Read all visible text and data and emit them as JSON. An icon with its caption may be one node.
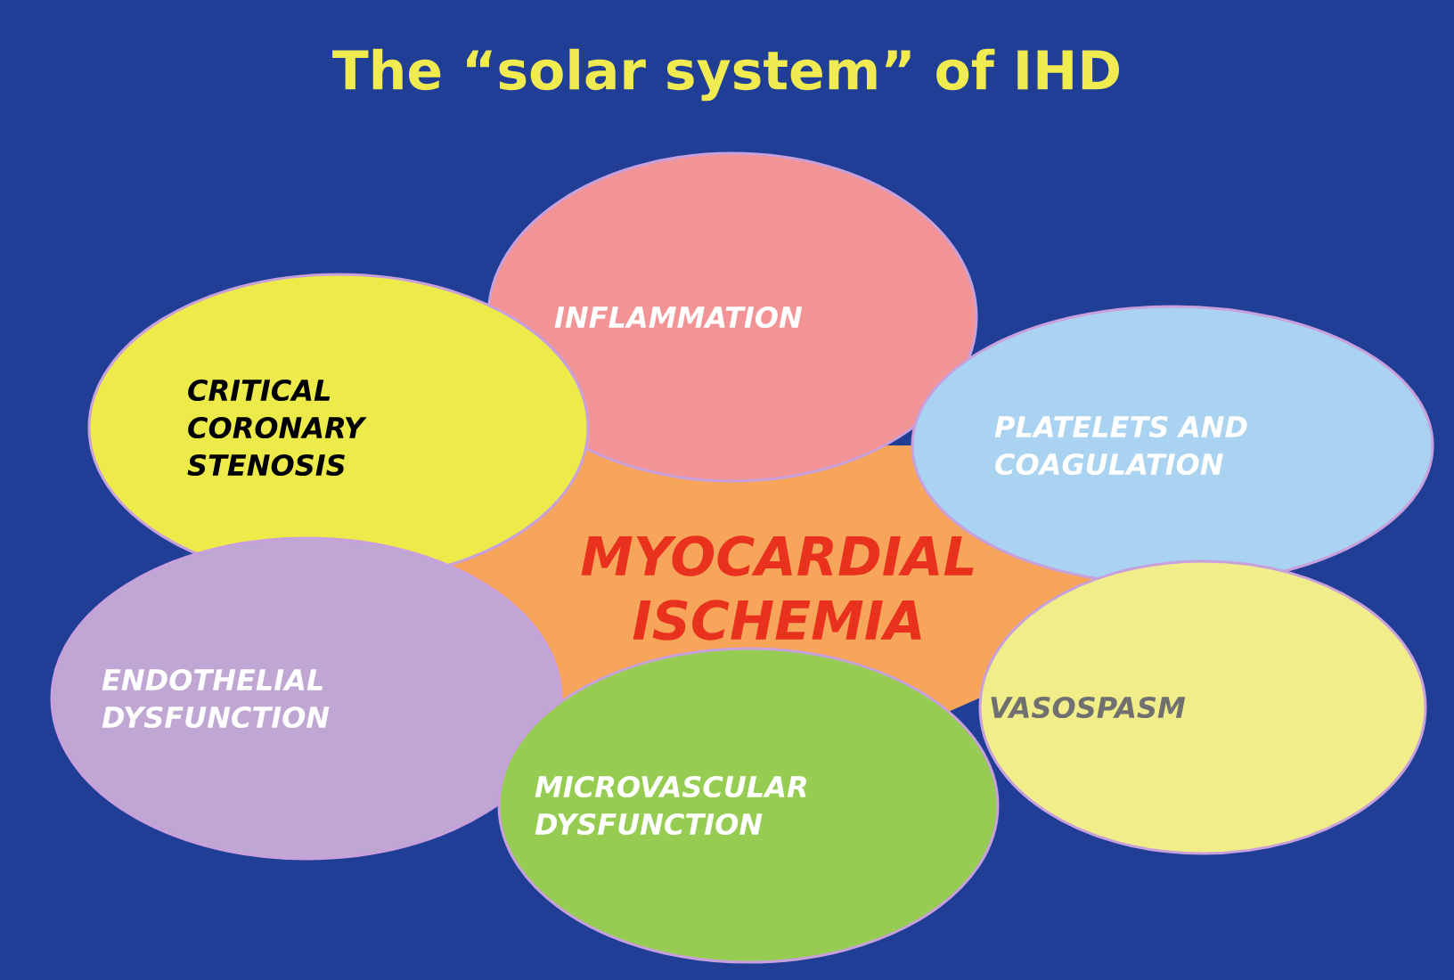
{
  "diagram": {
    "title": "The “solar system” of IHD",
    "nodes": [
      {
        "text": [
          "INFLAMMATION"
        ]
      },
      {
        "text": [
          "CRITICAL CORONARY STENOSIS"
        ]
      },
      {
        "text": [
          "PLATELETS AND COAGULATION"
        ]
      },
      {
        "text": [
          "MYOCARDIAL ISCHEMIA"
        ]
      },
      {
        "text": [
          "ENDOTHELIAL DYSFUNCTION"
        ]
      },
      {
        "text": [
          "VASOSPASM"
        ]
      },
      {
        "text": [
          "MICROVASCULAR DYSFUNCTION"
        ]
      }
    ]
  }
}
